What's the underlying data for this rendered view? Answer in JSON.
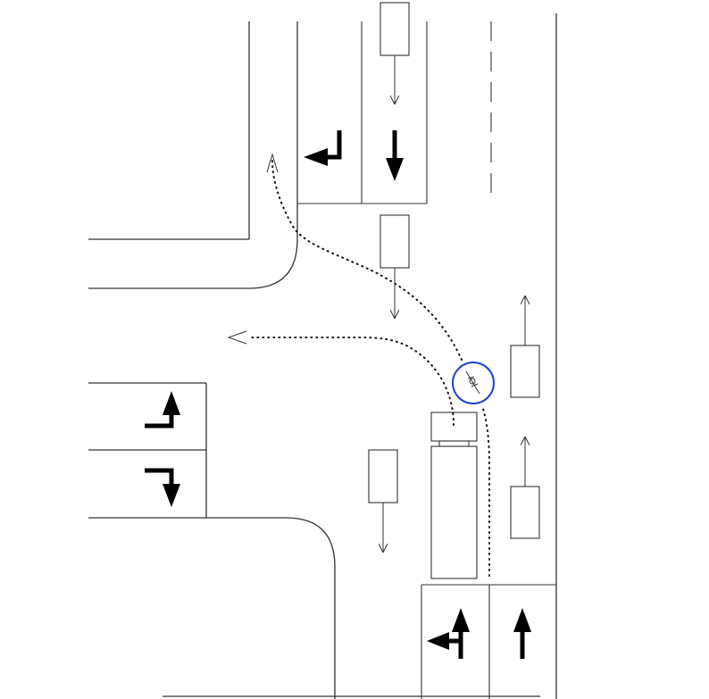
{
  "colors": {
    "line": "#333333",
    "marking": "#000000",
    "cyclist_highlight": "#1f3fd6",
    "background": "#ffffff"
  },
  "elements": {
    "vehicles": [
      "car",
      "car",
      "car",
      "car",
      "car",
      "truck"
    ],
    "cyclist": "bicycle-icon",
    "lane_markings": [
      "left-turn-arrow",
      "straight-arrow",
      "left-turn-and-straight-arrow"
    ]
  }
}
